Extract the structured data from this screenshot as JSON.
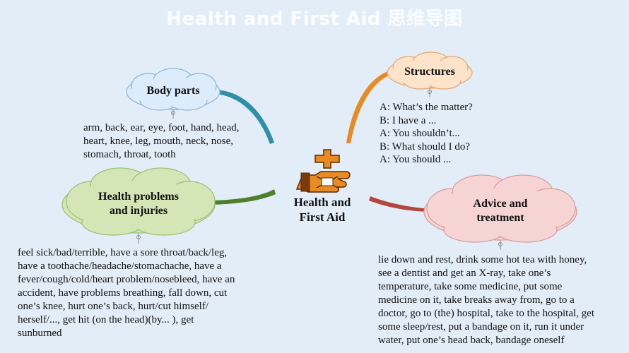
{
  "header": {
    "title": "Health and First Aid 思维导图"
  },
  "center": {
    "line1": "Health and",
    "line2": "First Aid",
    "icon": "first-aid-hand-icon"
  },
  "nodes": {
    "body_parts": {
      "label": "Body parts",
      "lines": [
        "arm, back, ear, eye, foot, hand, head,",
        "heart, knee, leg, mouth, neck, nose,",
        "stomach, throat, tooth"
      ]
    },
    "structures": {
      "label": "Structures",
      "lines": [
        "A: What’s the matter?",
        "B: I have a ...",
        "A: You shouldn’t...",
        "B: What should I do?",
        "A: You should ..."
      ]
    },
    "health_problems": {
      "label_line1": "Health problems",
      "label_line2": "and injuries",
      "lines": [
        "feel sick/bad/terrible, have a sore throat/back/leg,",
        "have a toothache/headache/stomachache, have a",
        "fever/cough/cold/heart problem/nosebleed, have an",
        "accident, have problems breathing, fall down, cut",
        "one’s knee, hurt one’s back, hurt/cut himself/",
        "herself/..., get hit (on the head)(by... ), get",
        "sunburned"
      ]
    },
    "advice": {
      "label_line1": "Advice and",
      "label_line2": "treatment",
      "lines": [
        "lie down and rest, drink some hot tea with honey,",
        "see a dentist and get an X-ray, take one’s",
        "temperature, take some medicine, put some",
        "medicine on it, take breaks away from, go to a",
        "doctor, go to (the) hospital, take to the hospital, get",
        "some sleep/rest, put a bandage on it, run it under",
        "water, put one’s head back, bandage oneself"
      ]
    }
  },
  "colors": {
    "background": "#e3edf8",
    "body_parts_cloud": "#dcecfb",
    "body_parts_branch": "#2e8fa6",
    "structures_cloud": "#fde3c9",
    "structures_branch": "#e98a23",
    "health_cloud": "#d4e6b5",
    "health_branch": "#4f7f2a",
    "advice_cloud": "#f7d4d4",
    "advice_branch": "#b5463f",
    "icon_orange": "#e98a23"
  }
}
